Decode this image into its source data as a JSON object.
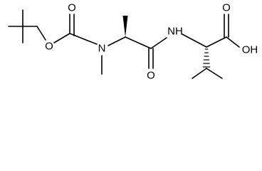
{
  "structure": {
    "atoms": {
      "ester_o": "O",
      "carbonyl_o_boc": "O",
      "n_methyl": "N",
      "carbonyl_o_amide": "O",
      "nh": "NH",
      "carbonyl_o_acid": "O",
      "oh": "OH"
    },
    "colors": {
      "bond": "#000000",
      "label": "#000000",
      "background": "#ffffff"
    }
  }
}
